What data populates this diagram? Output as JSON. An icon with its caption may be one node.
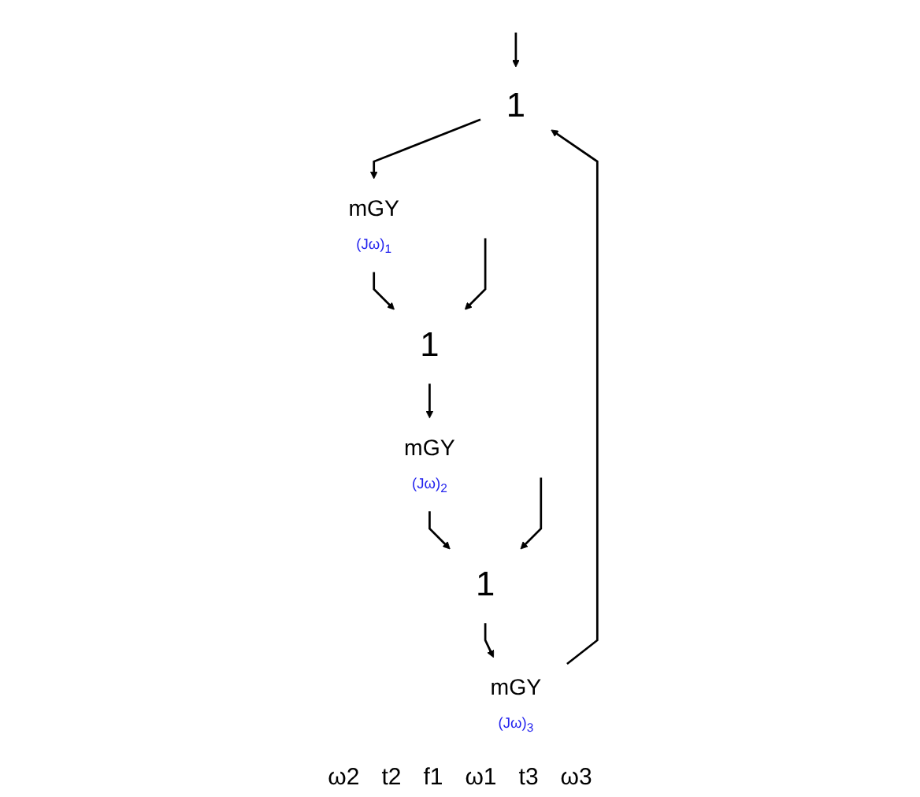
{
  "diagram": {
    "nodes": [
      {
        "text": [
          "1"
        ]
      },
      {
        "text": [
          "mGY"
        ],
        "beside": [
          "(Jω)$_{3}$"
        ]
      },
      {
        "text": [
          "mGY"
        ],
        "beside": [
          "(Jω)$_{1}$"
        ]
      },
      {
        "text": [
          "1"
        ]
      },
      {
        "text": [
          "mGY"
        ],
        "beside": [
          "(Jω)$_{2}$"
        ]
      },
      {
        "text": [
          "1"
        ]
      }
    ],
    "edges": [
      {
        "from": null,
        "to": 0,
        "arrow": "to"
      },
      {
        "from": 0,
        "to": 2,
        "arrow": "to"
      },
      {
        "from": 2,
        "to": 5,
        "arrow": "to"
      },
      {
        "from": 5,
        "to": 4,
        "arrow": "to"
      },
      {
        "from": 4,
        "to": 3,
        "arrow": "to"
      },
      {
        "from": 3,
        "to": 1,
        "arrow": "to"
      },
      {
        "from": 1,
        "to": 0,
        "arrow": "to"
      },
      {
        "from": null,
        "to": 3,
        "arrow": "to"
      },
      {
        "from": null,
        "to": 5,
        "arrow": "to"
      }
    ],
    "labels": [
      "ω2",
      "t2",
      "f1",
      "ω1",
      "t3",
      "ω3"
    ]
  }
}
